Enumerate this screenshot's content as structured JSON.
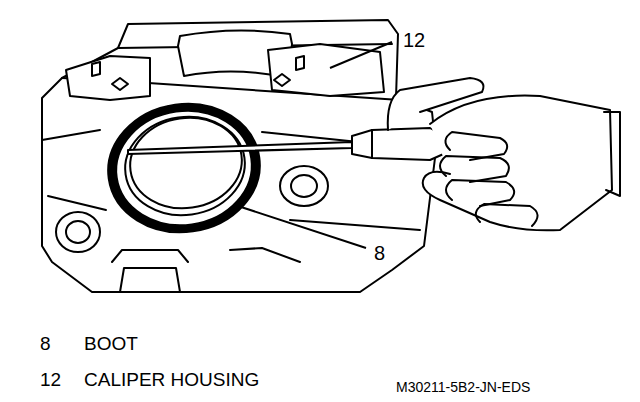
{
  "diagram": {
    "labels": [
      "12",
      "8",
      "8",
      "BOOT",
      "12",
      "CALIPER HOUSING",
      "M30211-5B2-JN-EDS"
    ]
  }
}
